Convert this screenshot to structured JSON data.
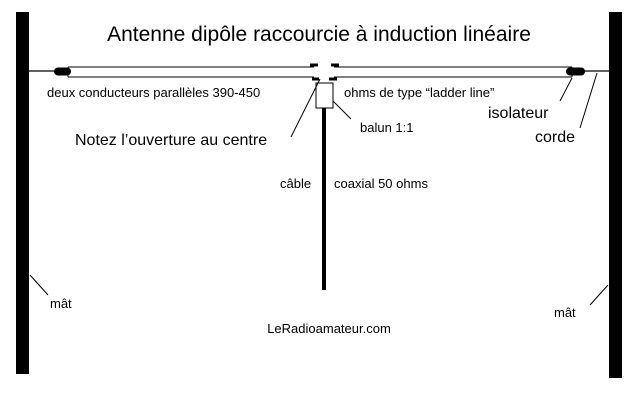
{
  "title": "Antenne dipôle raccourcie à induction linéaire",
  "labels": {
    "conductors_left": "deux conducteurs parallèles 390-450",
    "conductors_right": "ohms de type “ladder line”",
    "insulator": "isolateur",
    "rope": "corde",
    "center_gap": "Notez l’ouverture au centre",
    "balun": "balun 1:1",
    "cable_left": "câble",
    "cable_right": "coaxial 50 ohms",
    "mast_left": "mât",
    "mast_right": "mât",
    "website": "LeRadioamateur.com"
  },
  "colors": {
    "ink": "#000000",
    "background": "#ffffff"
  }
}
